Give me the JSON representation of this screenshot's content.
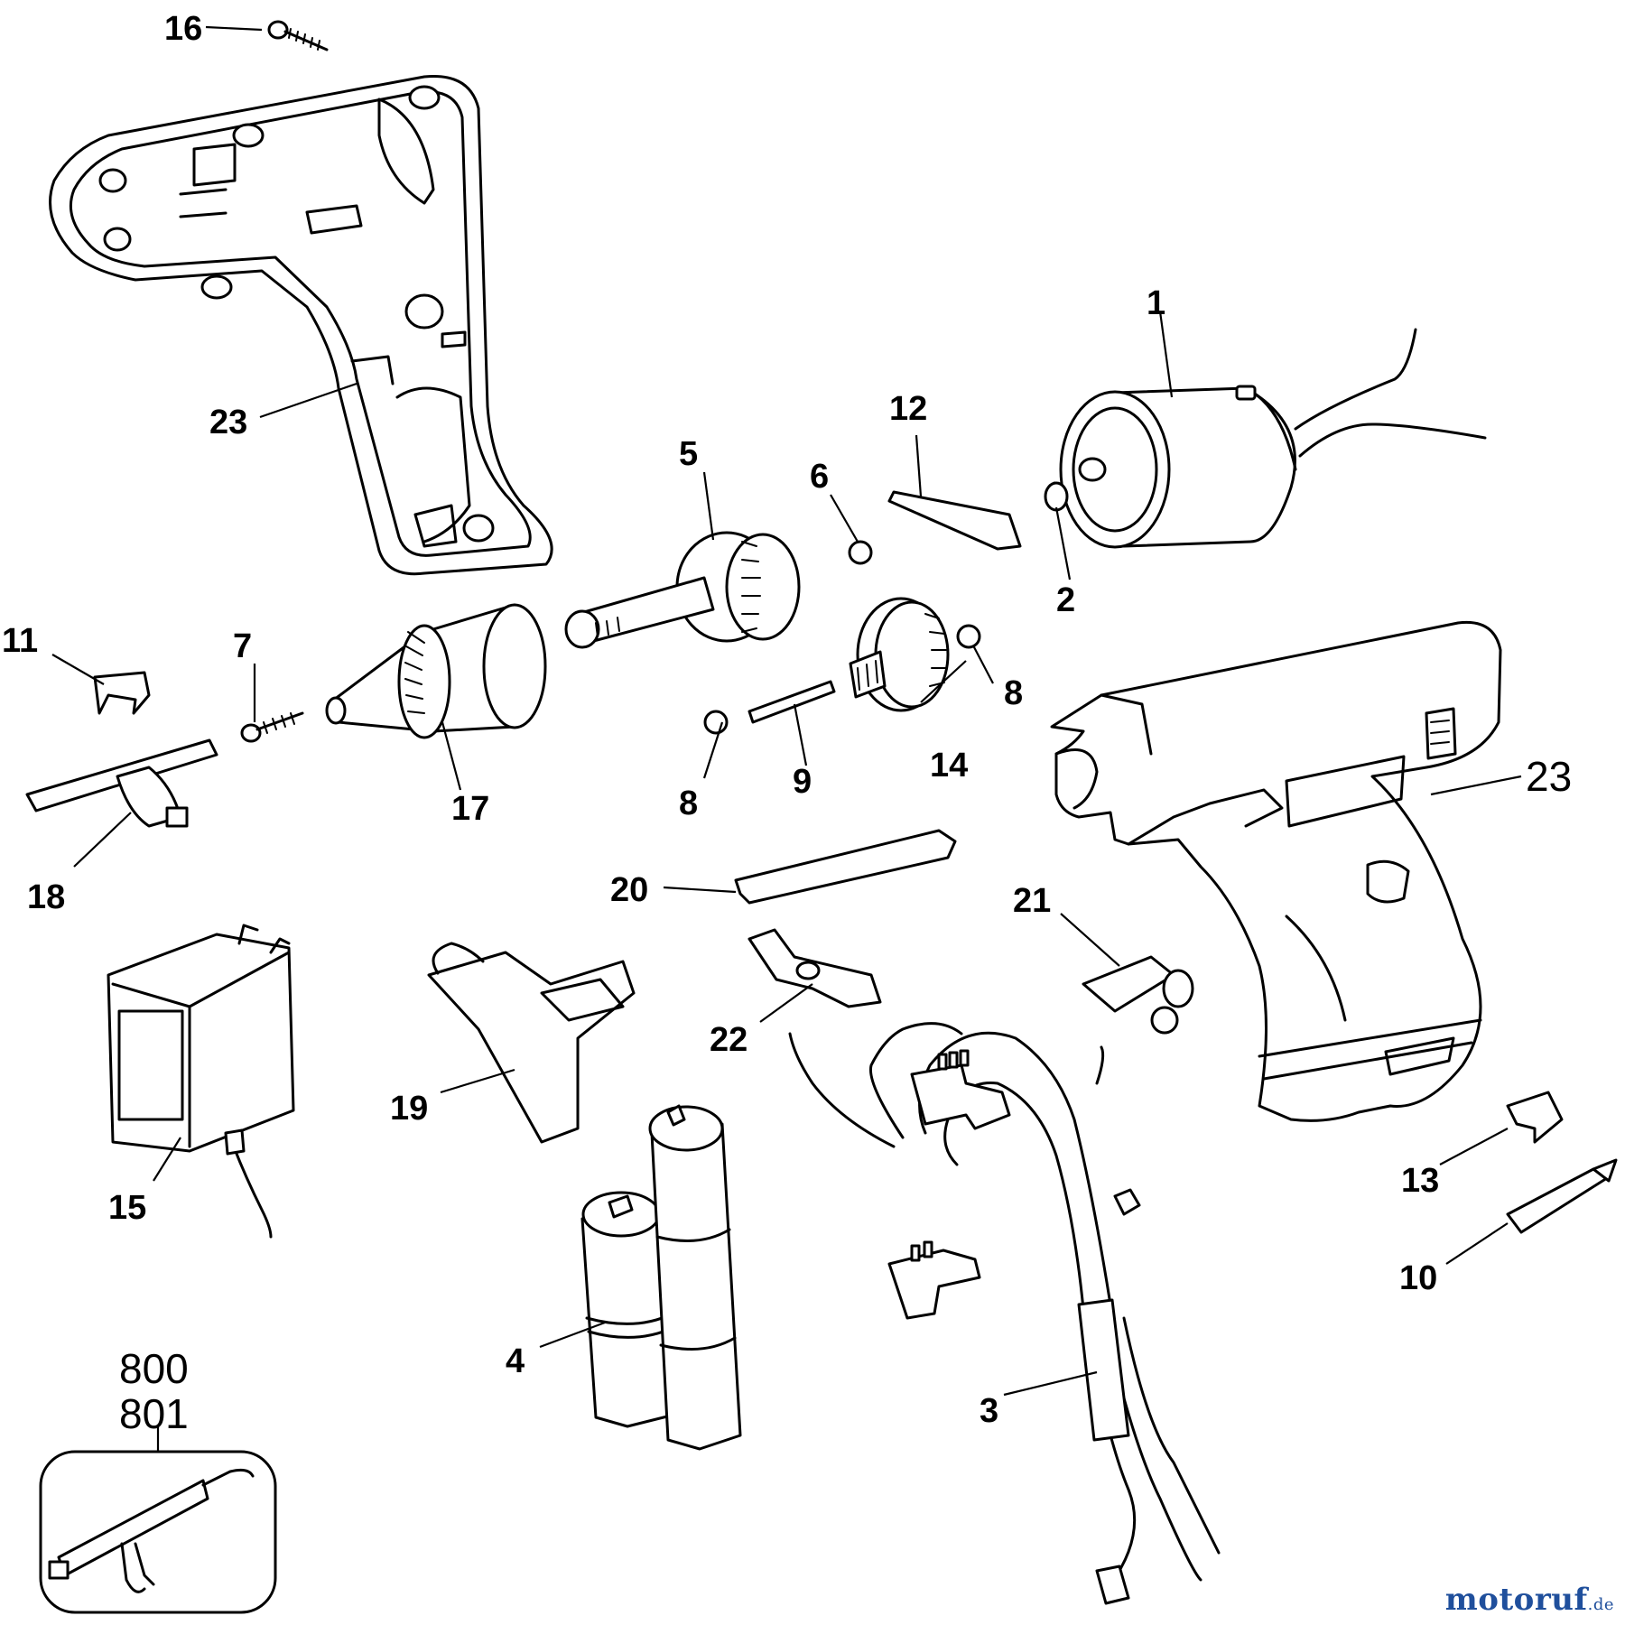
{
  "diagram": {
    "callouts": {
      "c1": "1",
      "c2": "2",
      "c3": "3",
      "c4": "4",
      "c5": "5",
      "c6": "6",
      "c7": "7",
      "c8a": "8",
      "c8b": "8",
      "c9": "9",
      "c10": "10",
      "c11": "11",
      "c12": "12",
      "c13": "13",
      "c14": "14",
      "c15": "15",
      "c16": "16",
      "c17": "17",
      "c18": "18",
      "c19": "19",
      "c20": "20",
      "c21": "21",
      "c22": "22",
      "c23a": "23",
      "c23b": "23",
      "c800": "800",
      "c801": "801"
    }
  },
  "watermark": {
    "brand": "motoruf",
    "tld": ".de"
  }
}
